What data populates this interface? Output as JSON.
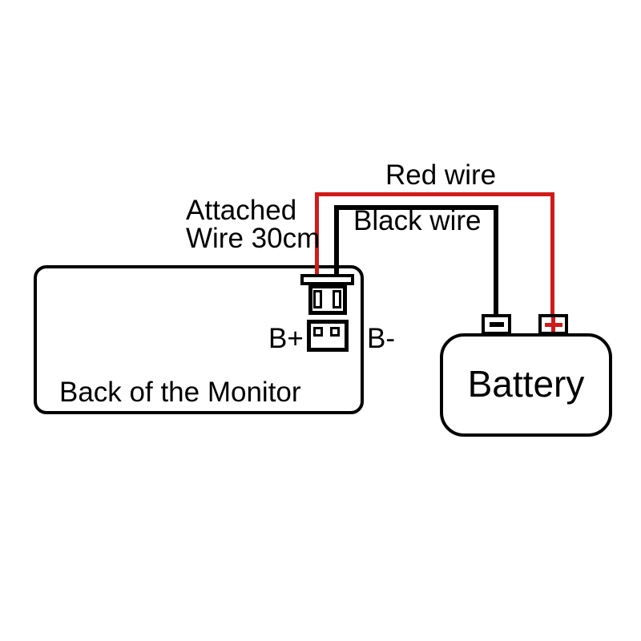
{
  "colors": {
    "background": "#ffffff",
    "line": "#000000",
    "wire_red": "#d11a1a"
  },
  "monitor": {
    "label": "Back of the Monitor"
  },
  "battery": {
    "label": "Battery",
    "negative_terminal_symbol": "−",
    "positive_terminal_symbol": "+"
  },
  "connector": {
    "b_plus_label": "B+",
    "b_minus_label": "B-"
  },
  "wires": {
    "red": {
      "label": "Red wire"
    },
    "black": {
      "label": "Black wire"
    },
    "attached_note": {
      "line1": "Attached",
      "line2": "Wire 30cm"
    }
  }
}
